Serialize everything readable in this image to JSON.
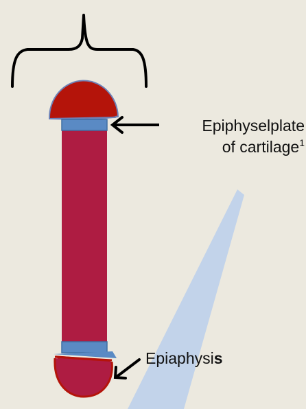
{
  "labels": {
    "plate_line1": "Epiphyselplate",
    "plate_line2": "of cartilage",
    "plate_superscript": "1",
    "epiphysis_main": "Epiaphysi",
    "epiphysis_bold": "s"
  },
  "icons": {
    "top_brace": "curly-brace",
    "plate_arrow": "left-arrow",
    "epiphysis_arrow": "down-left-arrow"
  },
  "colors": {
    "background": "#ECE9DF",
    "bone_shaft": "#AE1C42",
    "bone_head": "#B4140A",
    "bone_head_outline": "#8C1830",
    "cartilage_plate": "#5A8AC4",
    "cartilage_outline": "#3F6FA3",
    "callout_beam": "#C2D3EA",
    "arrow": "#000000"
  }
}
